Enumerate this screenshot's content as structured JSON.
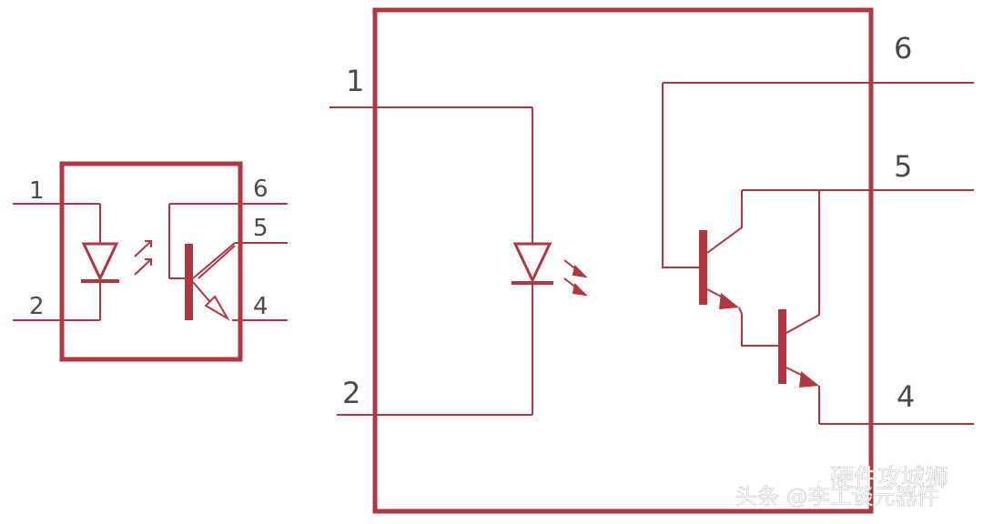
{
  "small_symbol": {
    "pins": {
      "p1": "1",
      "p2": "2",
      "p4": "4",
      "p5": "5",
      "p6": "6"
    }
  },
  "large_symbol": {
    "pins": {
      "p1": "1",
      "p2": "2",
      "p4": "4",
      "p5": "5",
      "p6": "6"
    }
  },
  "watermark": {
    "account": "硬件攻城狮",
    "source": "头条 @李工谈元器件"
  },
  "colors": {
    "stroke": "#b2353f",
    "pin_text": "#4a4a4a",
    "watermark_text": "#ffffff"
  }
}
